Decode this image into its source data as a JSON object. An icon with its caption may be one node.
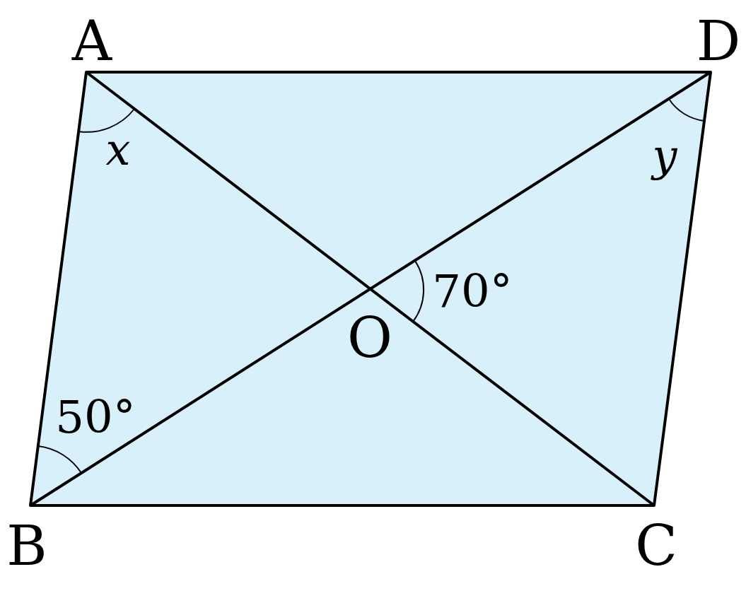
{
  "diagram": {
    "labels": [
      "A",
      "D",
      "x",
      "y",
      "70°",
      "O",
      "50°",
      "B",
      "C"
    ]
  }
}
